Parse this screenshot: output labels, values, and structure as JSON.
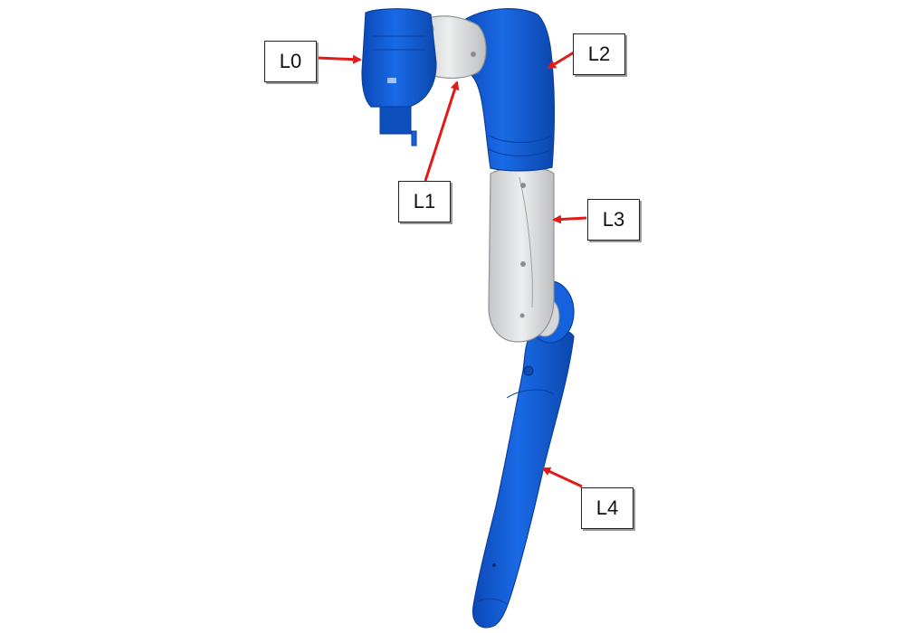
{
  "diagram": {
    "labels": [
      "L0",
      "L1",
      "L2",
      "L3",
      "L4"
    ],
    "colors": {
      "link_blue": "#1560d8",
      "link_blue_dark": "#0a3f9e",
      "link_grey": "#d9dadc",
      "link_grey_dark": "#8f9296",
      "arrow_red": "#e21a1a"
    }
  }
}
